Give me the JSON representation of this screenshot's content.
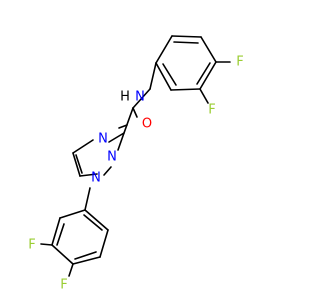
{
  "molecule": {
    "atom_labels": {
      "F_top": "F",
      "F_ortho": "F",
      "NH": "N",
      "H": "H",
      "O": "O",
      "N4": "N",
      "N2": "N",
      "N1": "N",
      "F_meta": "F",
      "F_para": "F"
    },
    "colors": {
      "F": "#9acd32",
      "N": "#0000ff",
      "O": "#ff0000",
      "H": "#000000",
      "bond": "#000000"
    }
  }
}
